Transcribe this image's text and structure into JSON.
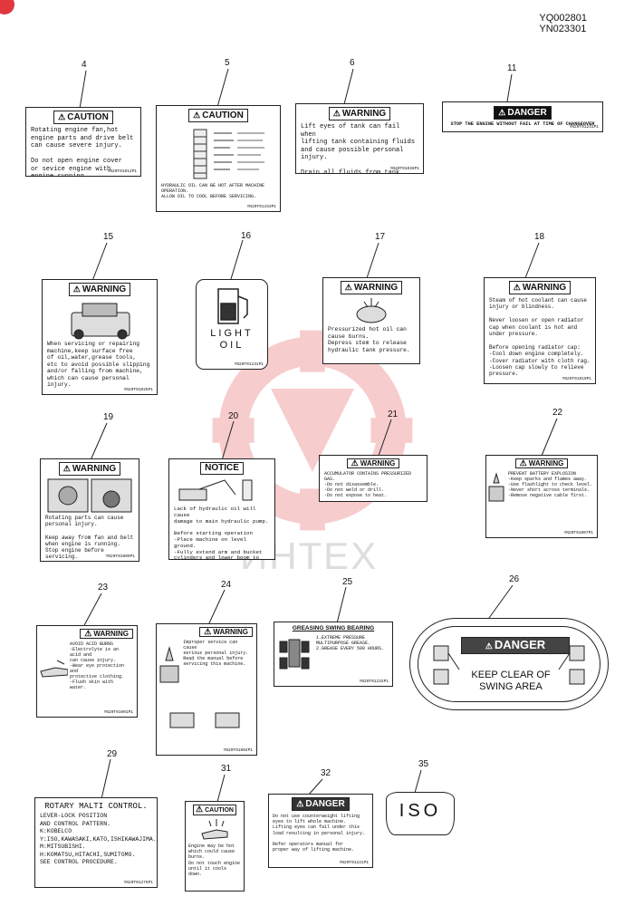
{
  "header": {
    "code1": "YQ002801",
    "code2": "YN023301"
  },
  "watermark": {
    "text": "ИНТЕХ"
  },
  "labels": [
    {
      "id": "4",
      "heading": "CAUTION",
      "text": "Rotating engine fan,hot\nengine parts and drive belt\ncan cause severe injury.\n\nDo not open engine cover\nor sevice engine with\nengine running.",
      "pn": "YN20T01012P1"
    },
    {
      "id": "5",
      "heading": "CAUTION",
      "text": "HYDRAULIC OIL CAN BE HOT AFTER MACHINE OPERATION.\nALLOW OIL TO COOL BEFORE SERVICING.",
      "pn": "YN20T01153P1"
    },
    {
      "id": "6",
      "heading": "WARNING",
      "text": "Lift eyes of tank can fail when\nlifting tank containing fluids\nand cause possible personal\ninjury.\n\nDrain all fluids from tank before\nlifting.",
      "pn": "YN20T01028P1"
    },
    {
      "id": "11",
      "heading": "DANGER",
      "text": "STOP THE ENGINE WITHOUT FAIL AT TIME OF CHANGEOVER",
      "pn": "YN20T01231P1"
    },
    {
      "id": "15",
      "heading": "WARNING",
      "text": "When servicing or repairing\nmachine,keep surface free\nof oil,water,grease tools,\netc to avoid possible slipping\nand/or falling from machine,\nwhich can cause personal injury.",
      "pn": "YN20T01026P1"
    },
    {
      "id": "16",
      "heading": "",
      "text": "LIGHT\nOIL",
      "pn": "YN20T01231P1"
    },
    {
      "id": "17",
      "heading": "WARNING",
      "text": "Pressurized hot oil can\ncause burns.\nDepress stem to release\nhydraulic tank pressure.",
      "pn": ""
    },
    {
      "id": "18",
      "heading": "WARNING",
      "text": "Steam of hot coolant can cause\ninjury or blindness.\n\nNever loosen or open radiator\ncap when coolant is hot and\nunder pressure.\n\nBefore opening radiator cap:\n-Cool down engine completely.\n-Cover radiator with cloth rag.\n-Loosen cap slowly to relieve\n pressure.",
      "pn": "YN20T01010P1"
    },
    {
      "id": "19",
      "heading": "WARNING",
      "text": "Rotating parts can cause\npersonal injury.\n\nKeep away from fan and belt\nwhen engine is running.\nStop engine before servicing.",
      "pn": "YN20T01009P1"
    },
    {
      "id": "20",
      "heading": "NOTICE",
      "text": "Lack of hydraulic oil will cause\ndamage to main hydraulic pump.\n\nBefore starting operation\n-Place machine on level ground.\n-Fully extend arm and bucket\n cylinders and lower boom to\n ground.\n-Check hydraulic oil level gauge\n for proper level.",
      "pn": ""
    },
    {
      "id": "21",
      "heading": "WARNING",
      "text": "ACCUMULATOR CONTAINS PRESSURIZED GAS.\n-Do not disassemble.\n-Do not weld or drill.\n-Do not expose to heat.",
      "pn": ""
    },
    {
      "id": "22",
      "heading": "WARNING",
      "text": "PREVENT BATTERY EXPLOSION\n-Keep sparks and flames away.\n-Use flashlight to check level.\n-Never short across terminals.\n-Remove negative cable first.",
      "pn": "YN20T01007P1"
    },
    {
      "id": "23",
      "heading": "WARNING",
      "text": "AVOID ACID BURNS\n-Electrolyte is an acid and\n can cause injury.\n-Wear eye protection and\n protective clothing.\n-Flush skin with water.",
      "pn": "YN20T01001P1"
    },
    {
      "id": "24",
      "heading": "WARNING",
      "text": "Improper service can cause\nserious personal injury.\nRead the manual before\nservicing this machine.",
      "pn": "YN20T01004P1"
    },
    {
      "id": "25",
      "heading": "GREASING SWING BEARING",
      "text": "1.EXTREME PRESSURE\n MULTIPURPOSE GREASE.\n2.GREASE EVERY 500 HOURS.",
      "pn": "YN20T01232P1"
    },
    {
      "id": "26",
      "heading": "DANGER",
      "text": "KEEP CLEAR OF\nSWING   AREA",
      "pn": ""
    },
    {
      "id": "29",
      "heading": "ROTARY MALTI CONTROL.",
      "text": "LEVER-LOCK POSITION\nAND CONTROL PATTERN.\n  K:KOBELCO\n  Y:ISO,KAWASAKI,KATO,ISHIKAWAJIMA.\n  M:MITSUBISHI.\n  H:KOMATSU,HITACHI,SUMITOMO.\nSEE CONTROL PROCEDURE.",
      "pn": "YN20T01275P1"
    },
    {
      "id": "31",
      "heading": "CAUTION",
      "text": "Engine may be hot\nwhich could cause\nburns.\nDo not touch engine\nuntil it cools down.",
      "pn": ""
    },
    {
      "id": "32",
      "heading": "DANGER",
      "text": "Do not use counterweight lifting\neyes to lift whole machine.\nLifting eyes can fail under this\nload resulting in personal injury.\n\nRefer operators manual for\nproper way of lifting machine.",
      "pn": "YN20T01221P1"
    },
    {
      "id": "35",
      "heading": "",
      "text": "ISO",
      "pn": ""
    }
  ]
}
